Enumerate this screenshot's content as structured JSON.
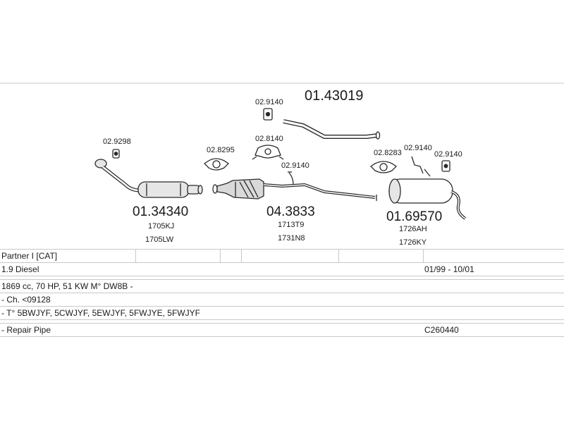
{
  "assembly_number": "01.43019",
  "parts": {
    "front_pipe": {
      "number": "01.34340",
      "refs": [
        "1705KJ",
        "1705LW"
      ]
    },
    "catalyst": {
      "number": "04.3833",
      "refs": [
        "1713T9",
        "1731N8"
      ]
    },
    "rear_box": {
      "number": "01.69570",
      "refs": [
        "1726AH",
        "1726KY"
      ]
    }
  },
  "fittings": {
    "f1": "02.9298",
    "f2": "02.8295",
    "f3": "02.9140",
    "f4": "02.8140",
    "f5": "02.9140",
    "f6": "02.8283",
    "f7": "02.9140",
    "f8": "02.9140"
  },
  "table": {
    "model": "Partner I [CAT]",
    "engine": "1.9 Diesel",
    "dates": "01/99 - 10/01",
    "specs": "1869 cc, 70 HP, 51 KW M° DW8B -",
    "chassis": "- Ch. <09128",
    "types": "- T° 5BWJYF, 5CWJYF, 5EWJYF, 5FWJYE, 5FWJYF",
    "repair": "- Repair Pipe",
    "repair_code": "C260440"
  },
  "colors": {
    "line": "#2a2a2a",
    "metal_fill": "#d9d9d9",
    "divider": "#c8c8c8"
  }
}
